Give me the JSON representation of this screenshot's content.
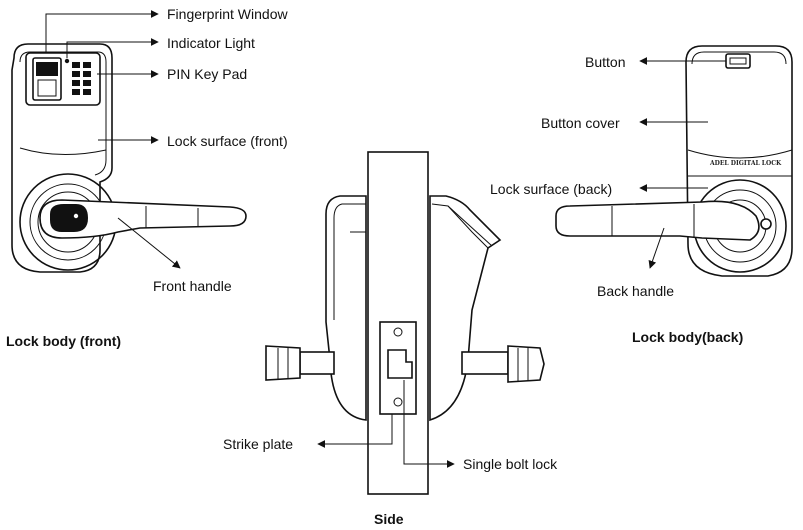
{
  "labels": {
    "fingerprint_window": "Fingerprint Window",
    "indicator_light": "Indicator Light",
    "pin_key_pad": "PIN Key Pad",
    "lock_surface_front": "Lock surface (front)",
    "front_handle": "Front handle",
    "lock_body_front": "Lock body (front)",
    "button": "Button",
    "button_cover": "Button cover",
    "lock_surface_back": "Lock surface (back)",
    "back_handle": "Back handle",
    "lock_body_back": "Lock body(back)",
    "strike_plate": "Strike plate",
    "single_bolt_lock": "Single bolt lock",
    "side": "Side"
  },
  "engravings": {
    "adel_digital_lock": "ADEL DIGITAL LOCK"
  }
}
